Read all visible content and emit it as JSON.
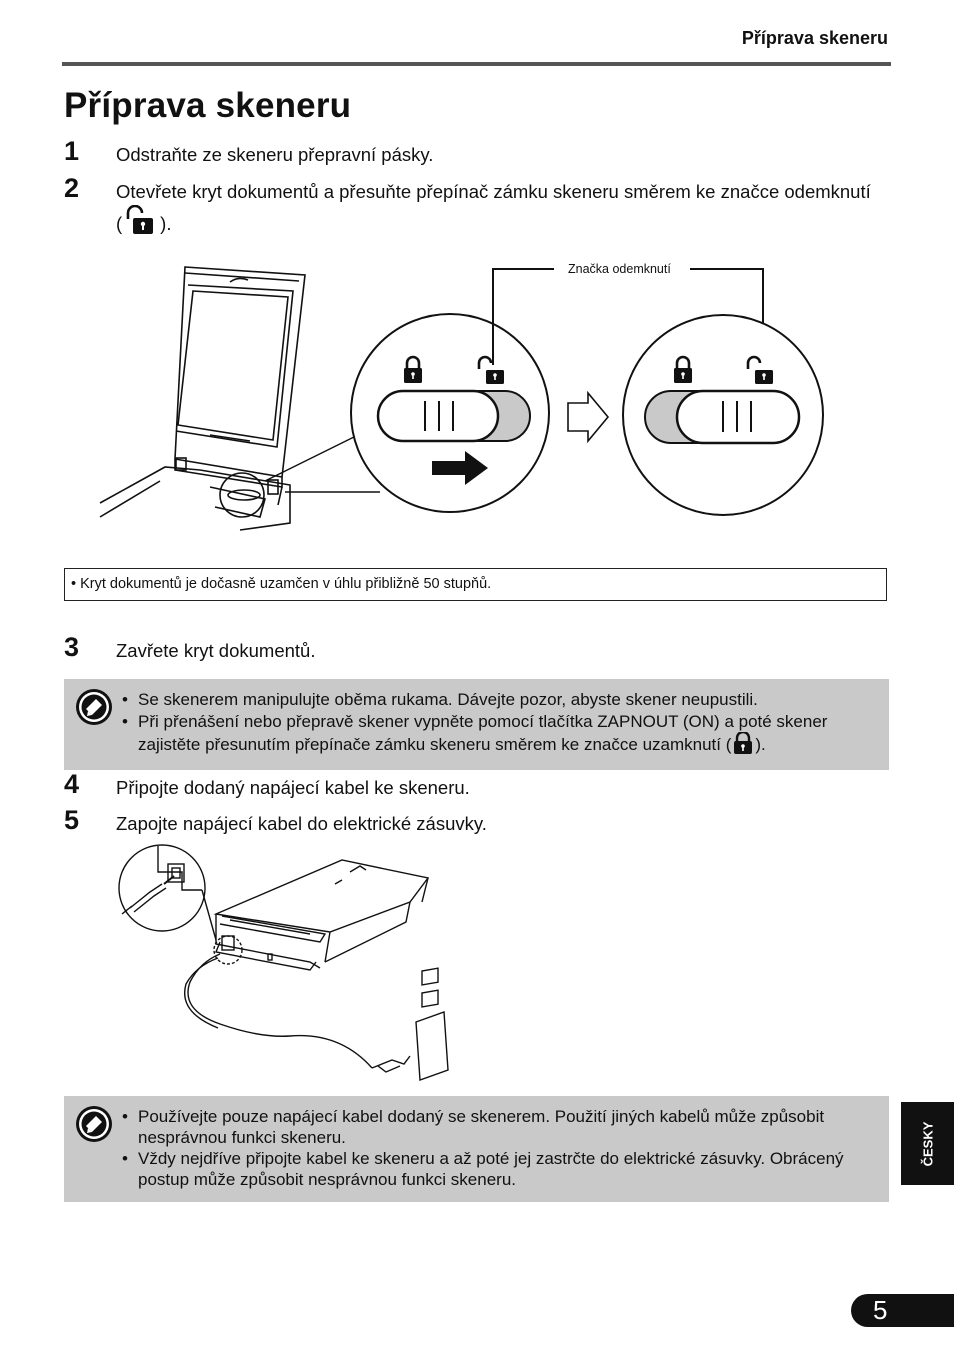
{
  "running_head": "Příprava skeneru",
  "title": "Příprava skeneru",
  "steps": [
    {
      "num": "1",
      "text": "Odstraňte ze skeneru přepravní pásky."
    },
    {
      "num": "2",
      "text_before": "Otevřete kryt dokumentů a přesuňte přepínač zámku skeneru směrem ke značce odemknutí (",
      "text_after": ")."
    },
    {
      "num": "3",
      "text": "Zavřete kryt dokumentů."
    },
    {
      "num": "4",
      "text": "Připojte dodaný napájecí kabel ke skeneru."
    },
    {
      "num": "5",
      "text": "Zapojte napájecí kabel do elektrické zásuvky."
    }
  ],
  "figure1": {
    "callout_label": "Značka odemknutí"
  },
  "note": "Kryt dokumentů je dočasně uzamčen v úhlu přibližně 50 stupňů.",
  "caution1": {
    "item1": "Se skenerem manipulujte oběma rukama. Dávejte pozor, abyste skener neupustili.",
    "item2_before": "Při přenášení nebo přepravě skener vypněte pomocí tlačítka ZAPNOUT (ON) a poté skener zajistěte přesunutím přepínače zámku skeneru směrem ke značce uzamknutí (",
    "item2_after": ")."
  },
  "caution2": {
    "item1": "Používejte pouze napájecí kabel dodaný se skenerem. Použití jiných kabelů může způsobit nesprávnou funkci skeneru.",
    "item2": "Vždy nejdříve připojte kabel ke skeneru a až poté jej zastrčte do elektrické zásuvky. Obrácený postup může způsobit nesprávnou funkci skeneru."
  },
  "side_tab": "ČESKY",
  "page_number": "5"
}
